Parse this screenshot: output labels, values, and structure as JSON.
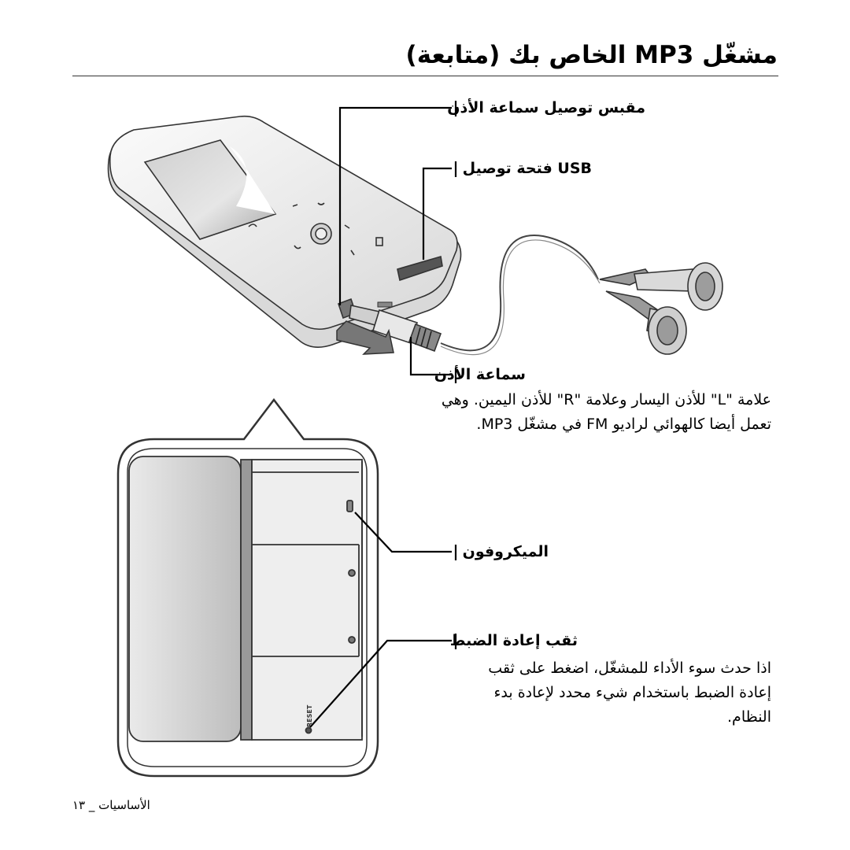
{
  "page": {
    "title": "مشغّل MP3 الخاص بك (متابعة)",
    "footer": "الأساسيات _ ١٣"
  },
  "labels": {
    "headphone_jack": "مقبس توصيل سماعة الأذن",
    "usb_port": "USB فتحة توصيل",
    "earphones": "سماعة الأذن",
    "microphone": "الميكروفون",
    "reset_hole": "ثقب إعادة الضبط"
  },
  "descriptions": {
    "earphones": "علامة \"L\" للأذن اليسار وعلامة \"R\" للأذن اليمين. وهي تعمل أيضا كالهوائي لراديو FM في مشغّل MP3.",
    "reset_hole": "اذا حدث سوء الأداء للمشغّل، اضغط على ثقب إعادة الضبط باستخدام شيء محدد لإعادة بدء النظام."
  },
  "device_text": {
    "reset_port_label": "RESET"
  }
}
